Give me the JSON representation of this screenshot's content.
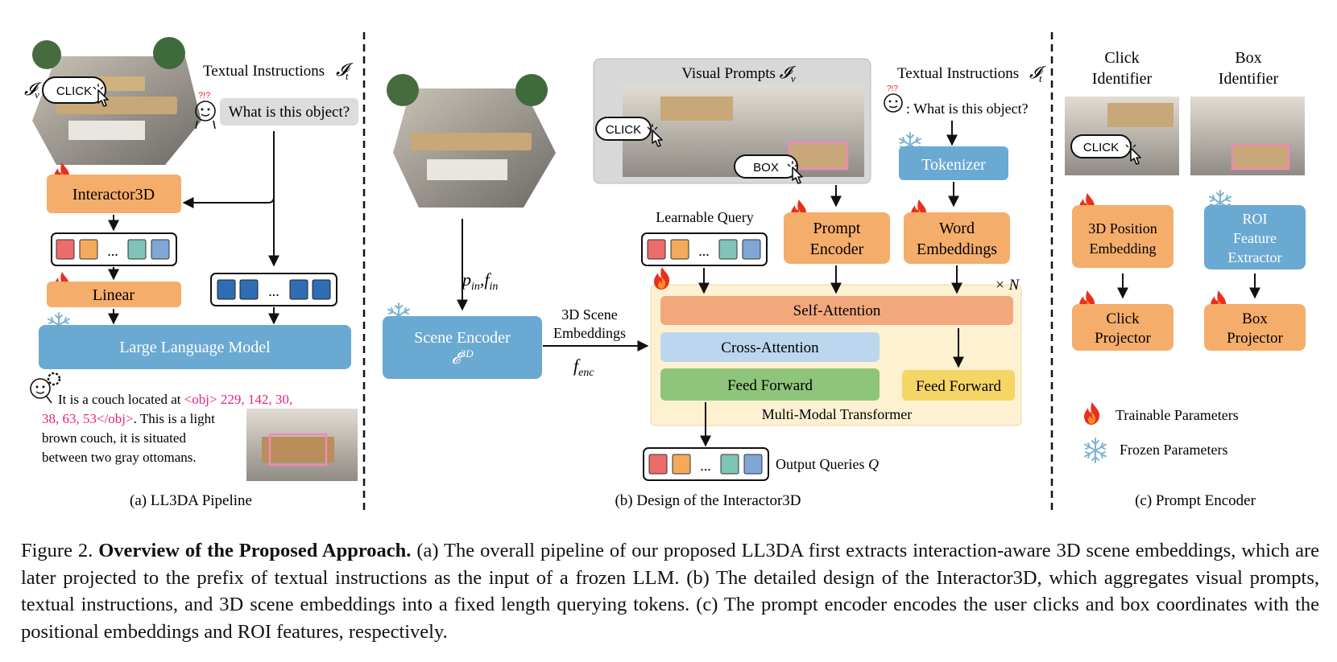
{
  "panel_a": {
    "caption": "(a) LL3DA Pipeline",
    "visual_prompt_symbol": "𝓘",
    "visual_prompt_sub": "v",
    "click_label": "CLICK",
    "textual_instructions": "Textual Instructions",
    "textual_symbol": "𝓘",
    "textual_sub": "t",
    "question": "What is this object?",
    "interactor": "Interactor3D",
    "linear": "Linear",
    "llm": "Large Language Model",
    "answer_line1_plain": "It is a couch located at ",
    "answer_line1_pink": "<obj> 229, 142, 30,",
    "answer_line2_pink": "38, 63, 53</obj>",
    "answer_line2_plain": ". This is a light",
    "answer_line3": "brown couch, it is situated",
    "answer_line4": "between two gray ottomans.",
    "ellipsis": "..."
  },
  "panel_b": {
    "caption": "(b) Design of the Interactor3D",
    "pin_fin": "p",
    "pin_sub": "in",
    "fin": "f",
    "fin_sub": "in",
    "scene_encoder": "Scene Encoder",
    "scene_encoder_symbol": "𝓔",
    "scene_encoder_sup": "3D",
    "embeddings_line1": "3D Scene",
    "embeddings_line2": "Embeddings",
    "f_enc": "f",
    "f_enc_sub": "enc",
    "visual_prompts": "Visual Prompts",
    "visual_prompts_symbol": "𝓘",
    "visual_prompts_sub": "v",
    "click_label": "CLICK",
    "box_label": "BOX",
    "textual_instructions": "Textual Instructions",
    "textual_symbol": "𝓘",
    "textual_sub": "t",
    "question": ": What is this object?",
    "tokenizer": "Tokenizer",
    "learnable_query": "Learnable Query",
    "prompt_encoder_line1": "Prompt",
    "prompt_encoder_line2": "Encoder",
    "word_emb_line1": "Word",
    "word_emb_line2": "Embeddings",
    "times_n": "× N",
    "self_attention": "Self-Attention",
    "cross_attention": "Cross-Attention",
    "feed_forward_left": "Feed Forward",
    "feed_forward_right": "Feed Forward",
    "mm_transformer": "Multi-Modal Transformer",
    "output_queries": "Output Queries",
    "output_symbol": "Q",
    "ellipsis": "..."
  },
  "panel_c": {
    "caption": "(c) Prompt Encoder",
    "click_identifier_line1": "Click",
    "click_identifier_line2": "Identifier",
    "box_identifier_line1": "Box",
    "box_identifier_line2": "Identifier",
    "click_label": "CLICK",
    "pos_emb_line1": "3D Position",
    "pos_emb_line2": "Embedding",
    "roi_line1": "ROI",
    "roi_line2": "Feature",
    "roi_line3": "Extractor",
    "click_proj_line1": "Click",
    "click_proj_line2": "Projector",
    "box_proj_line1": "Box",
    "box_proj_line2": "Projector",
    "legend_trainable": "Trainable Parameters",
    "legend_frozen": "Frozen Parameters"
  },
  "caption": {
    "prefix": "Figure 2. ",
    "bold": "Overview of the Proposed Approach.",
    "body": " (a) The overall pipeline of our proposed LL3DA first extracts interaction-aware 3D scene embeddings, which are later projected to the prefix of textual instructions as the input of a frozen LLM. (b) The detailed design of the Interactor3D, which aggregates visual prompts, textual instructions, and 3D scene embeddings into a fixed length querying tokens. (c) The prompt encoder encodes the user clicks and box coordinates with the positional embeddings and ROI features, respectively."
  },
  "colors": {
    "orange": "#f5ad6b",
    "blue": "#6aa9d2",
    "light_blue": "#bcd6ee",
    "green": "#8fc57a",
    "yellow": "#f5d565",
    "salmon": "#f3a77c",
    "pink_text": "#e4247c",
    "token_red": "#ee6b6b",
    "token_orange": "#f4aa5a",
    "token_teal": "#7fc4b6",
    "token_blue": "#7ea7d6",
    "token_dark_blue": "#2f6db4",
    "mmt_bg": "#fdf1d2"
  },
  "icons": [
    "flame-icon",
    "snowflake-icon",
    "hand-pointer-icon",
    "user-question-icon",
    "robot-gear-icon"
  ]
}
